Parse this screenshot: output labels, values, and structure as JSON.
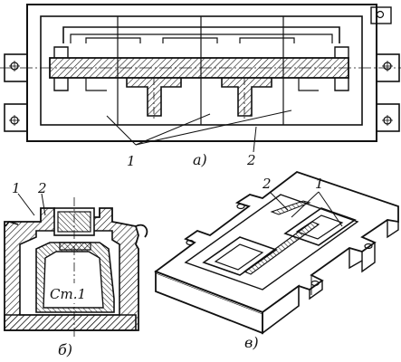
{
  "colors": {
    "ink": "#111111",
    "paper": "#ffffff"
  },
  "labels": {
    "a": {
      "caption": "а)",
      "part1": "1",
      "part2": "2"
    },
    "b": {
      "caption": "б)",
      "part1": "1",
      "part2": "2",
      "material": "Ст.1"
    },
    "v": {
      "caption": "в)",
      "part1": "1",
      "part2": "2"
    }
  }
}
